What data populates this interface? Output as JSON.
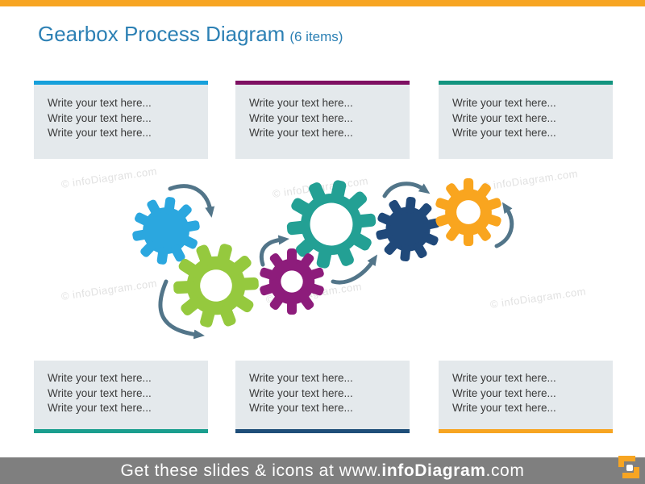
{
  "slide": {
    "title": "Gearbox Process Diagram",
    "title_suffix": "(6 items)",
    "title_color": "#2C80B4"
  },
  "chrome": {
    "top_bar_color": "#F7A522"
  },
  "text_boxes": {
    "top": [
      {
        "accent_color": "#16A0DB",
        "lines": [
          "Write your text here...",
          "Write your text here...",
          "Write your text here..."
        ]
      },
      {
        "accent_color": "#7E1062",
        "lines": [
          "Write your text here...",
          "Write your text here...",
          "Write your text here..."
        ]
      },
      {
        "accent_color": "#12947F",
        "lines": [
          "Write your text here...",
          "Write your text here...",
          "Write your text here..."
        ]
      }
    ],
    "bottom": [
      {
        "accent_color": "#1A9E8E",
        "lines": [
          "Write your text here...",
          "Write your text here...",
          "Write your text here..."
        ]
      },
      {
        "accent_color": "#1F4E79",
        "lines": [
          "Write your text here...",
          "Write your text here...",
          "Write your text here..."
        ]
      },
      {
        "accent_color": "#F7A522",
        "lines": [
          "Write your text here...",
          "Write your text here...",
          "Write your text here..."
        ]
      }
    ]
  },
  "diagram": {
    "arrow_color": "#527589",
    "gears": [
      {
        "name": "blue-gear",
        "color": "#2BA7DF"
      },
      {
        "name": "green-gear",
        "color": "#95C93E"
      },
      {
        "name": "teal-gear",
        "color": "#23A094"
      },
      {
        "name": "purple-gear",
        "color": "#8D1C7B"
      },
      {
        "name": "navy-gear",
        "color": "#20497A"
      },
      {
        "name": "orange-gear",
        "color": "#F9A51F"
      }
    ]
  },
  "watermark": {
    "text": "© infoDiagram.com"
  },
  "footer": {
    "bg_color": "#7F7F7F",
    "prefix": "Get these slides & icons at www.",
    "brand": "infoDiagram",
    "suffix": ".com",
    "logo_color": "#F7A522"
  }
}
